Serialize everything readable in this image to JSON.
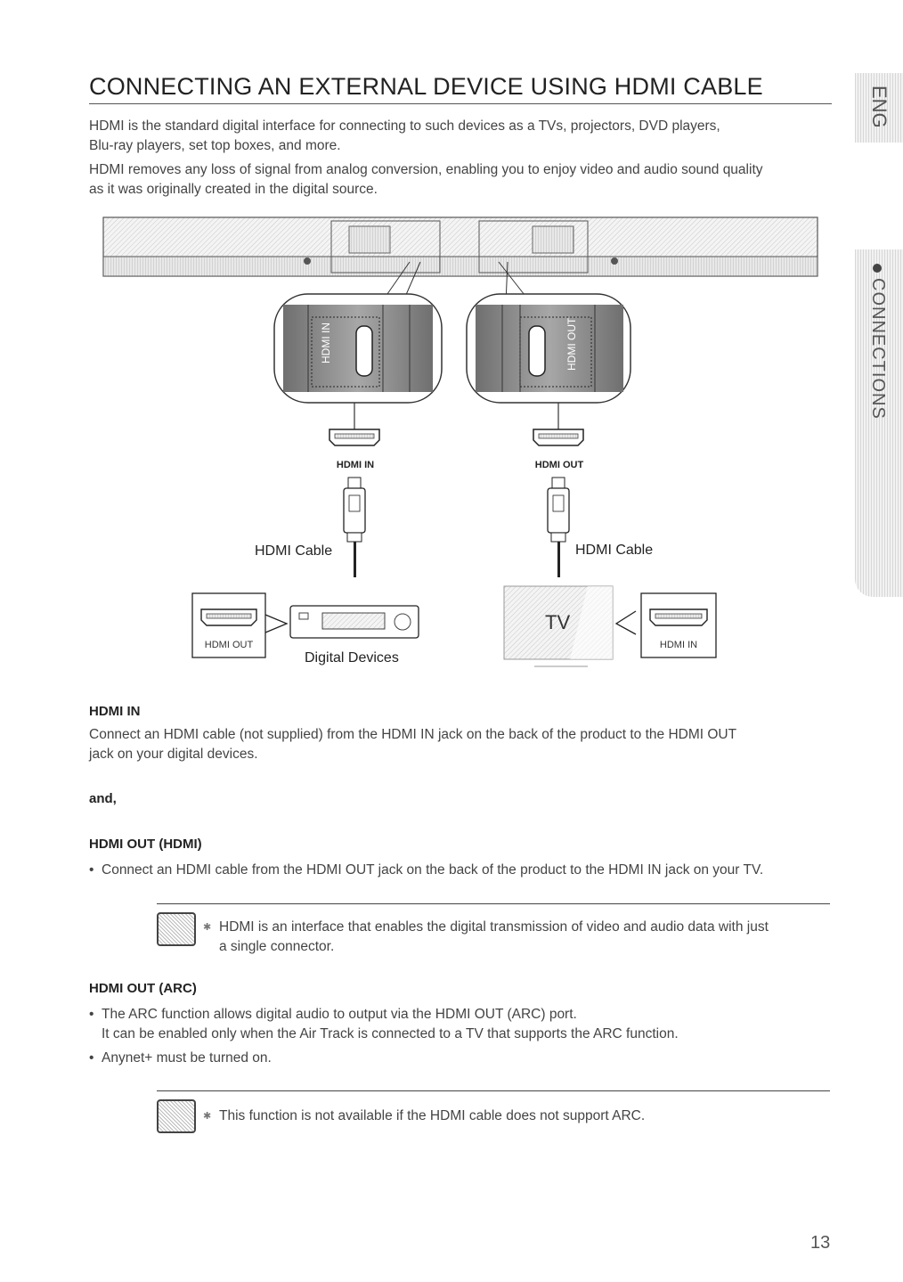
{
  "page": {
    "title": "CONNECTING AN EXTERNAL DEVICE USING HDMI CABLE",
    "intro": [
      "HDMI is the standard digital interface for connecting to such devices as a TVs, projectors, DVD players,",
      "Blu-ray players, set top boxes, and more.",
      "HDMI removes any loss of signal from analog conversion, enabling you to enjoy video and audio sound quality",
      "as it was originally created in the digital source."
    ],
    "page_number": "13"
  },
  "side_tabs": {
    "language": "ENG",
    "section": "CONNECTIONS"
  },
  "diagram": {
    "port_left_label": "HDMI IN",
    "port_right_label": "HDMI OUT",
    "jack_left_label": "HDMI IN",
    "jack_right_label": "HDMI OUT",
    "cable_left_label": "HDMI Cable",
    "cable_right_label": "HDMI Cable",
    "device_port_label": "HDMI OUT",
    "device_label": "Digital Devices",
    "tv_label": "TV",
    "tv_port_label": "HDMI IN"
  },
  "sections": {
    "hdmi_in": {
      "heading": "HDMI IN",
      "lines": [
        "Connect an HDMI cable (not supplied) from the HDMI IN jack on the back of the product to the HDMI OUT",
        "jack on your digital devices."
      ]
    },
    "and_label": "and,",
    "hdmi_out": {
      "heading": "HDMI OUT (HDMI)",
      "bullet": "Connect an HDMI cable from the HDMI OUT jack on the back of the product to the HDMI IN jack on your TV.",
      "note_lines": [
        "HDMI is an interface that enables the digital transmission of video and audio data with just",
        "a single connector."
      ]
    },
    "hdmi_arc": {
      "heading": "HDMI OUT (ARC)",
      "bullet1_line1": "The ARC function allows digital audio to output via the HDMI OUT (ARC) port.",
      "bullet1_line2": "It can be enabled only when the Air Track is connected to a TV that supports the ARC function.",
      "bullet2": "Anynet+ must be turned on.",
      "note": "This function is not available if the HDMI cable does not support ARC."
    }
  }
}
